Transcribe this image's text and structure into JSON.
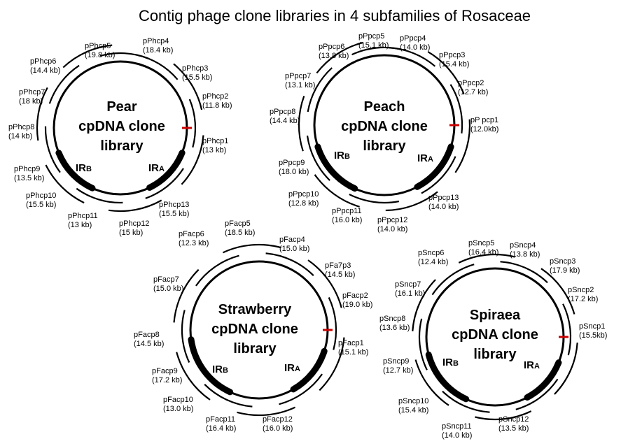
{
  "title": "Contig phage clone libraries in 4 subfamilies of Rosaceae",
  "colors": {
    "ink": "#000000",
    "start_marker": "#cc0000"
  },
  "libraries": [
    {
      "key": "pear",
      "center_lines": [
        "Pear",
        "cpDNA clone",
        "library"
      ],
      "ir_b": {
        "main": "IR",
        "sub": "B"
      },
      "ir_a": {
        "main": "IR",
        "sub": "A"
      },
      "clones": [
        {
          "name": "pPhcp1",
          "size": "(13 kb)"
        },
        {
          "name": "pPhcp2",
          "size": "(11.8 kb)"
        },
        {
          "name": "pPhcp3",
          "size": "(15.5 kb)"
        },
        {
          "name": "pPhcp4",
          "size": "(18.4 kb)"
        },
        {
          "name": "pPhcp5",
          "size": "(19.8 kb)"
        },
        {
          "name": "pPhcp6",
          "size": "(14.4 kb)"
        },
        {
          "name": "pPhcp7",
          "size": "(18 kb)"
        },
        {
          "name": "pPhcp8",
          "size": "(14 kb)"
        },
        {
          "name": "pPhcp9",
          "size": "(13.5 kb)"
        },
        {
          "name": "pPhcp10",
          "size": "(15.5 kb)"
        },
        {
          "name": "pPhcp11",
          "size": "(13 kb)"
        },
        {
          "name": "pPhcp12",
          "size": "(15 kb)"
        },
        {
          "name": "pPhcp13",
          "size": "(15.5 kb)"
        }
      ]
    },
    {
      "key": "peach",
      "center_lines": [
        "Peach",
        "cpDNA clone",
        "library"
      ],
      "ir_b": {
        "main": "IR",
        "sub": "B"
      },
      "ir_a": {
        "main": "IR",
        "sub": "A"
      },
      "clones": [
        {
          "name": "pP pcp1",
          "size": "(12.0kb)"
        },
        {
          "name": "pPpcp2",
          "size": "(12.7 kb)"
        },
        {
          "name": "pPpcp3",
          "size": "(15.4 kb)"
        },
        {
          "name": "pPpcp4",
          "size": "(14.0 kb)"
        },
        {
          "name": "pPpcp5",
          "size": "(15.1 kb)"
        },
        {
          "name": "pPpcp6",
          "size": "(13.8 kb)"
        },
        {
          "name": "pPpcp7",
          "size": "(13.1 kb)"
        },
        {
          "name": "pPpcp8",
          "size": "(14.4 kb)"
        },
        {
          "name": "pPpcp9",
          "size": "(18.0 kb)"
        },
        {
          "name": "pPpcp10",
          "size": "(12.8 kb)"
        },
        {
          "name": "pPpcp11",
          "size": "(16.0 kb)"
        },
        {
          "name": "pPpcp12",
          "size": "(14.0 kb)"
        },
        {
          "name": "pPpcp13",
          "size": "(14.0 kb)"
        }
      ]
    },
    {
      "key": "strawberry",
      "center_lines": [
        "Strawberry",
        "cpDNA clone",
        "library"
      ],
      "ir_b": {
        "main": "IR",
        "sub": "B"
      },
      "ir_a": {
        "main": "IR",
        "sub": "A"
      },
      "clones": [
        {
          "name": "pFacp1",
          "size": "(15.1 kb)"
        },
        {
          "name": "pFacp2",
          "size": "(19.0 kb)"
        },
        {
          "name": "pFa7p3",
          "size": "(14.5 kb)"
        },
        {
          "name": "pFacp4",
          "size": "(15.0 kb)"
        },
        {
          "name": "pFacp5",
          "size": "(18.5 kb)"
        },
        {
          "name": "pFacp6",
          "size": "(12.3 kb)"
        },
        {
          "name": "pFacp7",
          "size": "(15.0 kb)"
        },
        {
          "name": "pFacp8",
          "size": "(14.5 kb)"
        },
        {
          "name": "pFacp9",
          "size": "(17.2 kb)"
        },
        {
          "name": "pFacp10",
          "size": "(13.0 kb)"
        },
        {
          "name": "pFacp11",
          "size": "(16.4 kb)"
        },
        {
          "name": "pFacp12",
          "size": "(16.0 kb)"
        }
      ]
    },
    {
      "key": "spiraea",
      "center_lines": [
        "Spiraea",
        "cpDNA clone",
        "library"
      ],
      "ir_b": {
        "main": "IR",
        "sub": "B"
      },
      "ir_a": {
        "main": "IR",
        "sub": "A"
      },
      "clones": [
        {
          "name": "pSncp1",
          "size": "(15.5kb)"
        },
        {
          "name": "pSncp2",
          "size": "(17.2 kb)"
        },
        {
          "name": "pSncp3",
          "size": "(17.9 kb)"
        },
        {
          "name": "pSncp4",
          "size": "(13.8 kb)"
        },
        {
          "name": "pSncp5",
          "size": "(16.4 kb)"
        },
        {
          "name": "pSncp6",
          "size": "(12.4 kb)"
        },
        {
          "name": "pSncp7",
          "size": "(16.1 kb)"
        },
        {
          "name": "pSncp8",
          "size": "(13.6 kb)"
        },
        {
          "name": "pSncp9",
          "size": "(12.7 kb)"
        },
        {
          "name": "pSncp10",
          "size": "(15.4 kb)"
        },
        {
          "name": "pSncp11",
          "size": "(14.0 kb)"
        },
        {
          "name": "pSncp12",
          "size": "(13.5 kb)"
        }
      ]
    }
  ]
}
